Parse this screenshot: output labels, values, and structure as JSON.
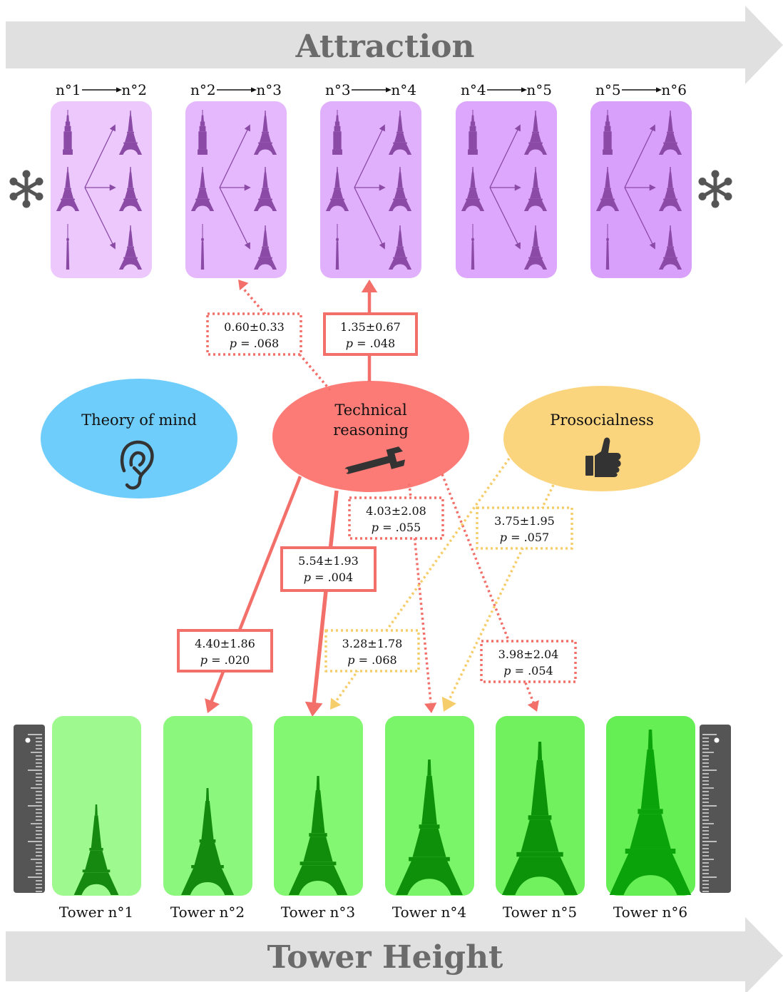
{
  "banners": {
    "top": "Attraction",
    "bottom": "Tower Height"
  },
  "transitions": [
    {
      "from": "n°1",
      "to": "n°2"
    },
    {
      "from": "n°2",
      "to": "n°3"
    },
    {
      "from": "n°3",
      "to": "n°4"
    },
    {
      "from": "n°4",
      "to": "n°5"
    },
    {
      "from": "n°5",
      "to": "n°6"
    }
  ],
  "predictors": {
    "theory_of_mind": {
      "label": "Theory of mind",
      "icon": "ear-icon",
      "color": "#6fcdfb"
    },
    "technical_reasoning": {
      "label_line1": "Technical",
      "label_line2": "reasoning",
      "icon": "wrench-icon",
      "color": "#fd7b76"
    },
    "prosocialness": {
      "label": "Prosocialness",
      "icon": "thumbs-up-icon",
      "color": "#fbd47e"
    }
  },
  "effects": {
    "tr_to_attr_2_3": {
      "est": "0.60±0.33",
      "p": ".068",
      "significant": false
    },
    "tr_to_attr_3_4": {
      "est": "1.35±0.67",
      "p": ".048",
      "significant": true
    },
    "tr_to_tower2": {
      "est": "4.40±1.86",
      "p": ".020",
      "significant": true
    },
    "tr_to_tower3": {
      "est": "5.54±1.93",
      "p": ".004",
      "significant": true
    },
    "tr_to_tower4": {
      "est": "4.03±2.08",
      "p": ".055",
      "significant": false
    },
    "tr_to_tower5": {
      "est": "3.98±2.04",
      "p": ".054",
      "significant": false
    },
    "pro_to_tower3": {
      "est": "3.28±1.78",
      "p": ".068",
      "significant": false
    },
    "pro_to_tower4": {
      "est": "3.75±1.95",
      "p": ".057",
      "significant": false
    }
  },
  "p_prefix": "p",
  "p_eq": " = ",
  "towers": [
    "Tower n°1",
    "Tower n°2",
    "Tower n°3",
    "Tower n°4",
    "Tower n°5",
    "Tower n°6"
  ],
  "colors": {
    "banner": "#e0e0e0",
    "attraction_panels": [
      "#ecc8fd",
      "#e5b8fd",
      "#e1b0fd",
      "#dca7fc",
      "#d89ffb"
    ],
    "tower_panels": [
      "#9ef98e",
      "#8cf77d",
      "#83f772",
      "#7af569",
      "#71f15e",
      "#66ee55"
    ],
    "purple_icon": "#8a4aa5",
    "green_tower": "#0d8c08",
    "red_path": "#f36f69",
    "yellow_path": "#f6cd6b"
  }
}
